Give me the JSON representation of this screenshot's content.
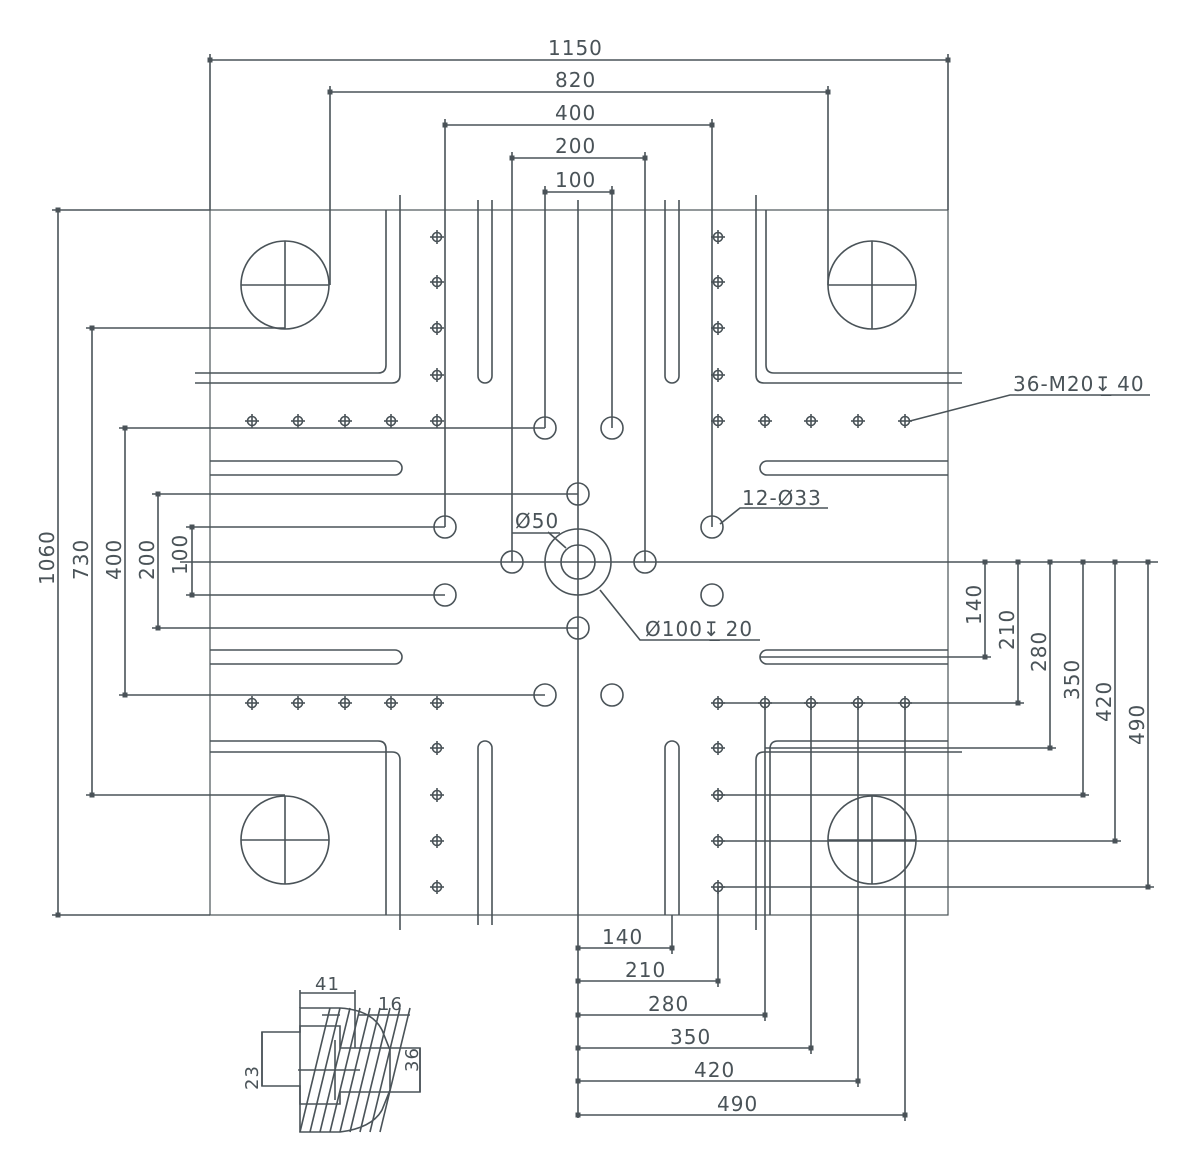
{
  "drawing": {
    "colors": {
      "line": "#4a5358",
      "background": "#ffffff"
    },
    "top_dims": [
      "1150",
      "820",
      "400",
      "200",
      "100"
    ],
    "left_dims": [
      "1060",
      "730",
      "400",
      "200",
      "100"
    ],
    "right_dims": [
      "140",
      "210",
      "280",
      "350",
      "420",
      "490"
    ],
    "bottom_dims": [
      "140",
      "210",
      "280",
      "350",
      "420",
      "490"
    ],
    "callouts": {
      "bolt_holes": "36-M20↧̲ 40",
      "through_holes": "12-Ø33",
      "center_small": "Ø50",
      "center_large": "Ø100↧̲ 20"
    },
    "section": {
      "width": "41",
      "slot": "16",
      "neck": "23",
      "depth": "36"
    }
  }
}
